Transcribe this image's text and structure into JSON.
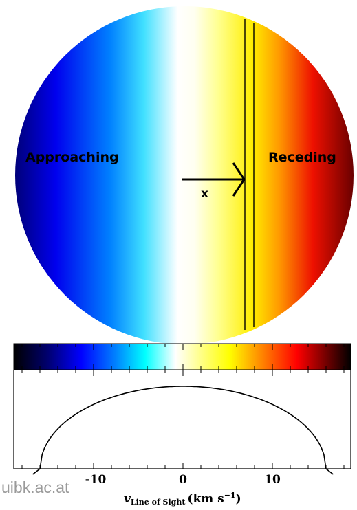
{
  "disk": {
    "left_label": "Approaching",
    "right_label": "Receding",
    "axis_label": "x"
  },
  "colorbar": {
    "colors": [
      "#000000",
      "#00006e",
      "#0000ff",
      "#007fff",
      "#00ffff",
      "#ffffff",
      "#ffff80",
      "#ffff00",
      "#ff8000",
      "#ff0000",
      "#6e0000",
      "#000000"
    ]
  },
  "profile": {
    "tick_labels": [
      "-10",
      "0",
      "10"
    ],
    "xlabel_v": "v",
    "xlabel_sub": "Line of Sight",
    "xlabel_units": "(km s",
    "xlabel_exp": "−1",
    "xlabel_close": ")"
  },
  "chart_data": {
    "type": "line",
    "xlabel": "v_Line of Sight (km s^-1)",
    "xlim": [
      -19,
      19
    ],
    "ylim": [
      0,
      1
    ],
    "ticks": [
      -10,
      0,
      10
    ],
    "series": [
      {
        "x": [
          -16,
          -14,
          -12,
          -10,
          -8,
          -6,
          -4,
          -2,
          0,
          2,
          4,
          6,
          8,
          10,
          12,
          14,
          16
        ],
        "y": [
          0,
          0.48,
          0.66,
          0.78,
          0.86,
          0.92,
          0.96,
          0.99,
          1.0,
          0.99,
          0.96,
          0.92,
          0.86,
          0.78,
          0.66,
          0.48,
          0
        ]
      }
    ]
  },
  "watermark": "uibk.ac.at"
}
